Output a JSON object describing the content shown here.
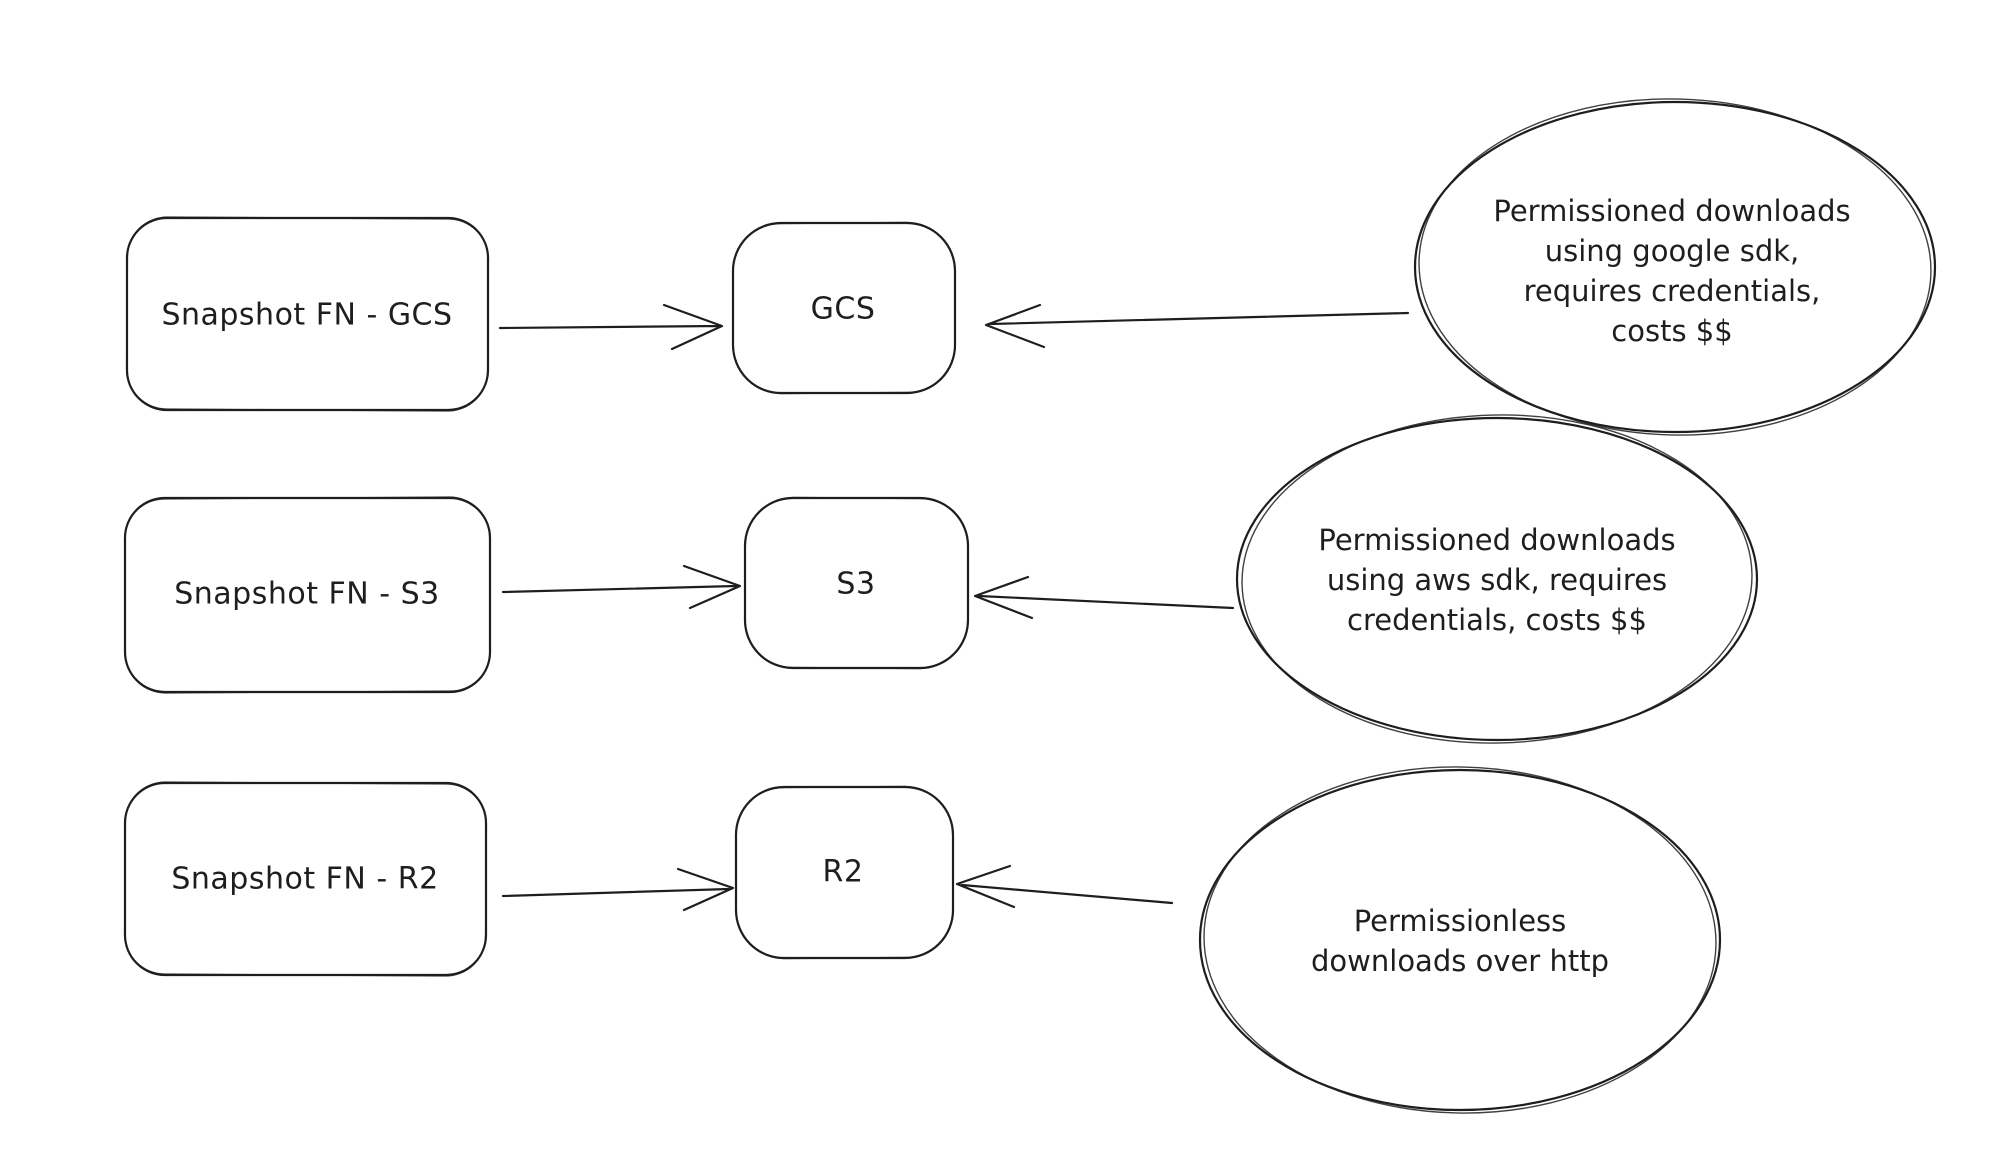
{
  "canvas": {
    "background_color": "#ffffff",
    "stroke_color": "#1e1e1e",
    "text_color": "#1e1e1e"
  },
  "rows": [
    {
      "id": "gcs",
      "source": {
        "label": "Snapshot FN - GCS"
      },
      "target": {
        "label": "GCS"
      },
      "note": {
        "lines": [
          "Permissioned downloads",
          "using google sdk,",
          "requires credentials,",
          "costs $$"
        ]
      }
    },
    {
      "id": "s3",
      "source": {
        "label": "Snapshot FN - S3"
      },
      "target": {
        "label": "S3"
      },
      "note": {
        "lines": [
          "Permissioned downloads",
          "using aws sdk, requires",
          "credentials, costs $$"
        ]
      }
    },
    {
      "id": "r2",
      "source": {
        "label": "Snapshot FN - R2"
      },
      "target": {
        "label": "R2"
      },
      "note": {
        "lines": [
          "Permissionless",
          "downloads over http"
        ]
      }
    }
  ]
}
